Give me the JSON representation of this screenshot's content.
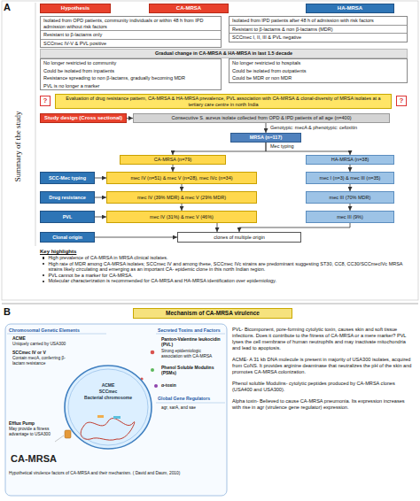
{
  "diagram": {
    "nodes": [
      {
        "text": [
          "Hypothesis"
        ]
      },
      {
        "text": [
          "CA-MRSA"
        ]
      },
      {
        "text": [
          "HA-MRSA"
        ]
      },
      {
        "text": [
          "Isolated from OPD patients, community individuals or within 48 h from IPD admission without risk factors",
          "Resistant to β-lactams only",
          "SCCmec IV-V & PVL positive"
        ]
      },
      {
        "text": [
          "Isolated from IPD patients after 48 h of admission with risk factors",
          "Resistant to β-lactams & non β-lactams (MDR)",
          "SCCmec I, II, III & PVL negative"
        ]
      },
      {
        "text": [
          "Gradual change in CA-MRSA & HA-MRSA in last 1.5 decade"
        ]
      },
      {
        "text": [
          "No longer restricted to community",
          "Could be isolated from inpatients",
          "Resistance spreading to non β-lactams, gradually becoming MDR",
          "PVL is no longer a marker"
        ]
      },
      {
        "text": [
          "No longer restricted to hospitals",
          "Could be isolated from outpatients",
          "Could be MDR or non MDR"
        ]
      },
      {
        "text": [
          "?"
        ]
      },
      {
        "text": [
          "Evaluation of drug resistance pattern, CA-MRSA & HA-MRSA prevalence, PVL association with CA-MRSA & clonal-diversity of MRSA isolates at a tertiary care centre in north India"
        ]
      },
      {
        "text": [
          "?"
        ]
      },
      {
        "text": [
          "Study design (Cross sectional)"
        ]
      },
      {
        "text": [
          "Consecutive S. aureus isolate collected from OPD & IPD patients of all age (n=400)"
        ]
      },
      {
        "text": [
          "MRSA (n=117)"
        ]
      },
      {
        "text": [
          "CA-MRSA (n=79)"
        ]
      },
      {
        "text": [
          "HA-MRSA (n=38)"
        ]
      },
      {
        "text": [
          "SCC-Mec typing"
        ]
      },
      {
        "text": [
          "mec IV (n=51) & mec V (n=28), mec IVc (n=34)"
        ]
      },
      {
        "text": [
          "mec I (n=3) & mec III (n=35)"
        ]
      },
      {
        "text": [
          "Drug resistance"
        ]
      },
      {
        "text": [
          "mec IV (39% MDR) & mec V (29% MDR)"
        ]
      },
      {
        "text": [
          "mec III (70% MDR)"
        ]
      },
      {
        "text": [
          "PVL"
        ]
      },
      {
        "text": [
          "mec IV (31%) & mec V (46%)"
        ]
      },
      {
        "text": [
          "mec III (9%)"
        ]
      },
      {
        "text": [
          "Clonal origin"
        ]
      },
      {
        "text": [
          "clones of multiple origin"
        ]
      },
      {
        "text": [
          "Mechanism of CA-MRSA virulence"
        ]
      },
      {
        "text": [
          "ACME",
          "SCCmec",
          "Bacterial chromosome"
        ]
      }
    ],
    "edges": [
      {
        "from": 11,
        "to": 12,
        "arrow": "to"
      },
      {
        "from": 12,
        "to": 13,
        "arrow": "to"
      },
      {
        "from": 13,
        "to": 14,
        "arrow": "to"
      },
      {
        "from": 13,
        "to": 15,
        "arrow": "to"
      },
      {
        "from": 14,
        "to": 17,
        "arrow": "to"
      },
      {
        "from": 15,
        "to": 18,
        "arrow": "to"
      },
      {
        "from": 17,
        "to": 20,
        "arrow": "to"
      },
      {
        "from": 18,
        "to": 21,
        "arrow": "to"
      },
      {
        "from": 20,
        "to": 23,
        "arrow": "to"
      },
      {
        "from": 21,
        "to": 24,
        "arrow": "to"
      },
      {
        "from": 23,
        "to": 26,
        "arrow": "to"
      },
      {
        "from": 24,
        "to": 26,
        "arrow": "to"
      },
      {
        "from": 16,
        "to": 17,
        "arrow": "to"
      },
      {
        "from": 19,
        "to": 20,
        "arrow": "to"
      },
      {
        "from": 22,
        "to": 23,
        "arrow": "to"
      },
      {
        "from": 25,
        "to": 26,
        "arrow": "to"
      }
    ],
    "labels": [
      "A",
      "Summary of the study",
      "Genotypic: mecA & phenotypic: cefoxitin",
      "Mec typing",
      "Key highlights",
      "High prevalence of CA-MRSA in MRSA clinical isolates.",
      "High rate of MDR among CA-MRSA isolates; SCCmec IV and among these, SCCmec IVc strains are predominant suggesting ST30, CC8, CC30/SCCmecIVc MRSA strains likely circulating and emerging as an important CA- epidemic clone in this north Indian region.",
      "PVL cannot be a marker for CA-MRSA.",
      "Molecular characterization is recommended for CA-MRSA and HA-MRSA identification over epidemiology.",
      "B",
      "Chromosomal Genetic Elements",
      "ACME",
      "Uniquely carried by USA300",
      "SCCmec IV or V",
      "Contain mecA, conferring β-lactam resistance",
      "Efflux Pump",
      "May provide a fitness advantage to USA300",
      "CA-MRSA",
      "Secreted Toxins and Factors",
      "Panton-Valentine leukocidin (PVL)",
      "Strong epidemiologic association with CA-MRSA",
      "Phenol Soluble Modulins (PSMs)",
      "α-toxin",
      "Global Gene Regulators",
      "agr, sarA, and sae",
      "Hypothetical virulence factors of CA-MRSA and their mechanism. ( David and Daum, 2010)",
      "PVL- Bicomponent, pore-forming cytolytic toxin, causes skin and soft tissue infections. Does it contribute to the fitness of CA-MRSA or a mere marker? PVL lyses the cell membrane of human neutrophils and may inactivate mitochondria and lead to apoptosis.",
      "ACME- A 31 kb DNA molecule is present in majority of USA300 isolates, acquired from CoNS. It provides arginine deaminase that neutralizes the pH of the skin and promotes CA-MRSA colonization.",
      "Phenol soluble Modulins- cytolytic peptides produced by CA-MRSA clones (USA400 and USA300).",
      "Alpha toxin- Believed to cause CA-MRSA pneumonia. Its expression increases with rise in agr (virulence gene regulator) expression."
    ]
  }
}
